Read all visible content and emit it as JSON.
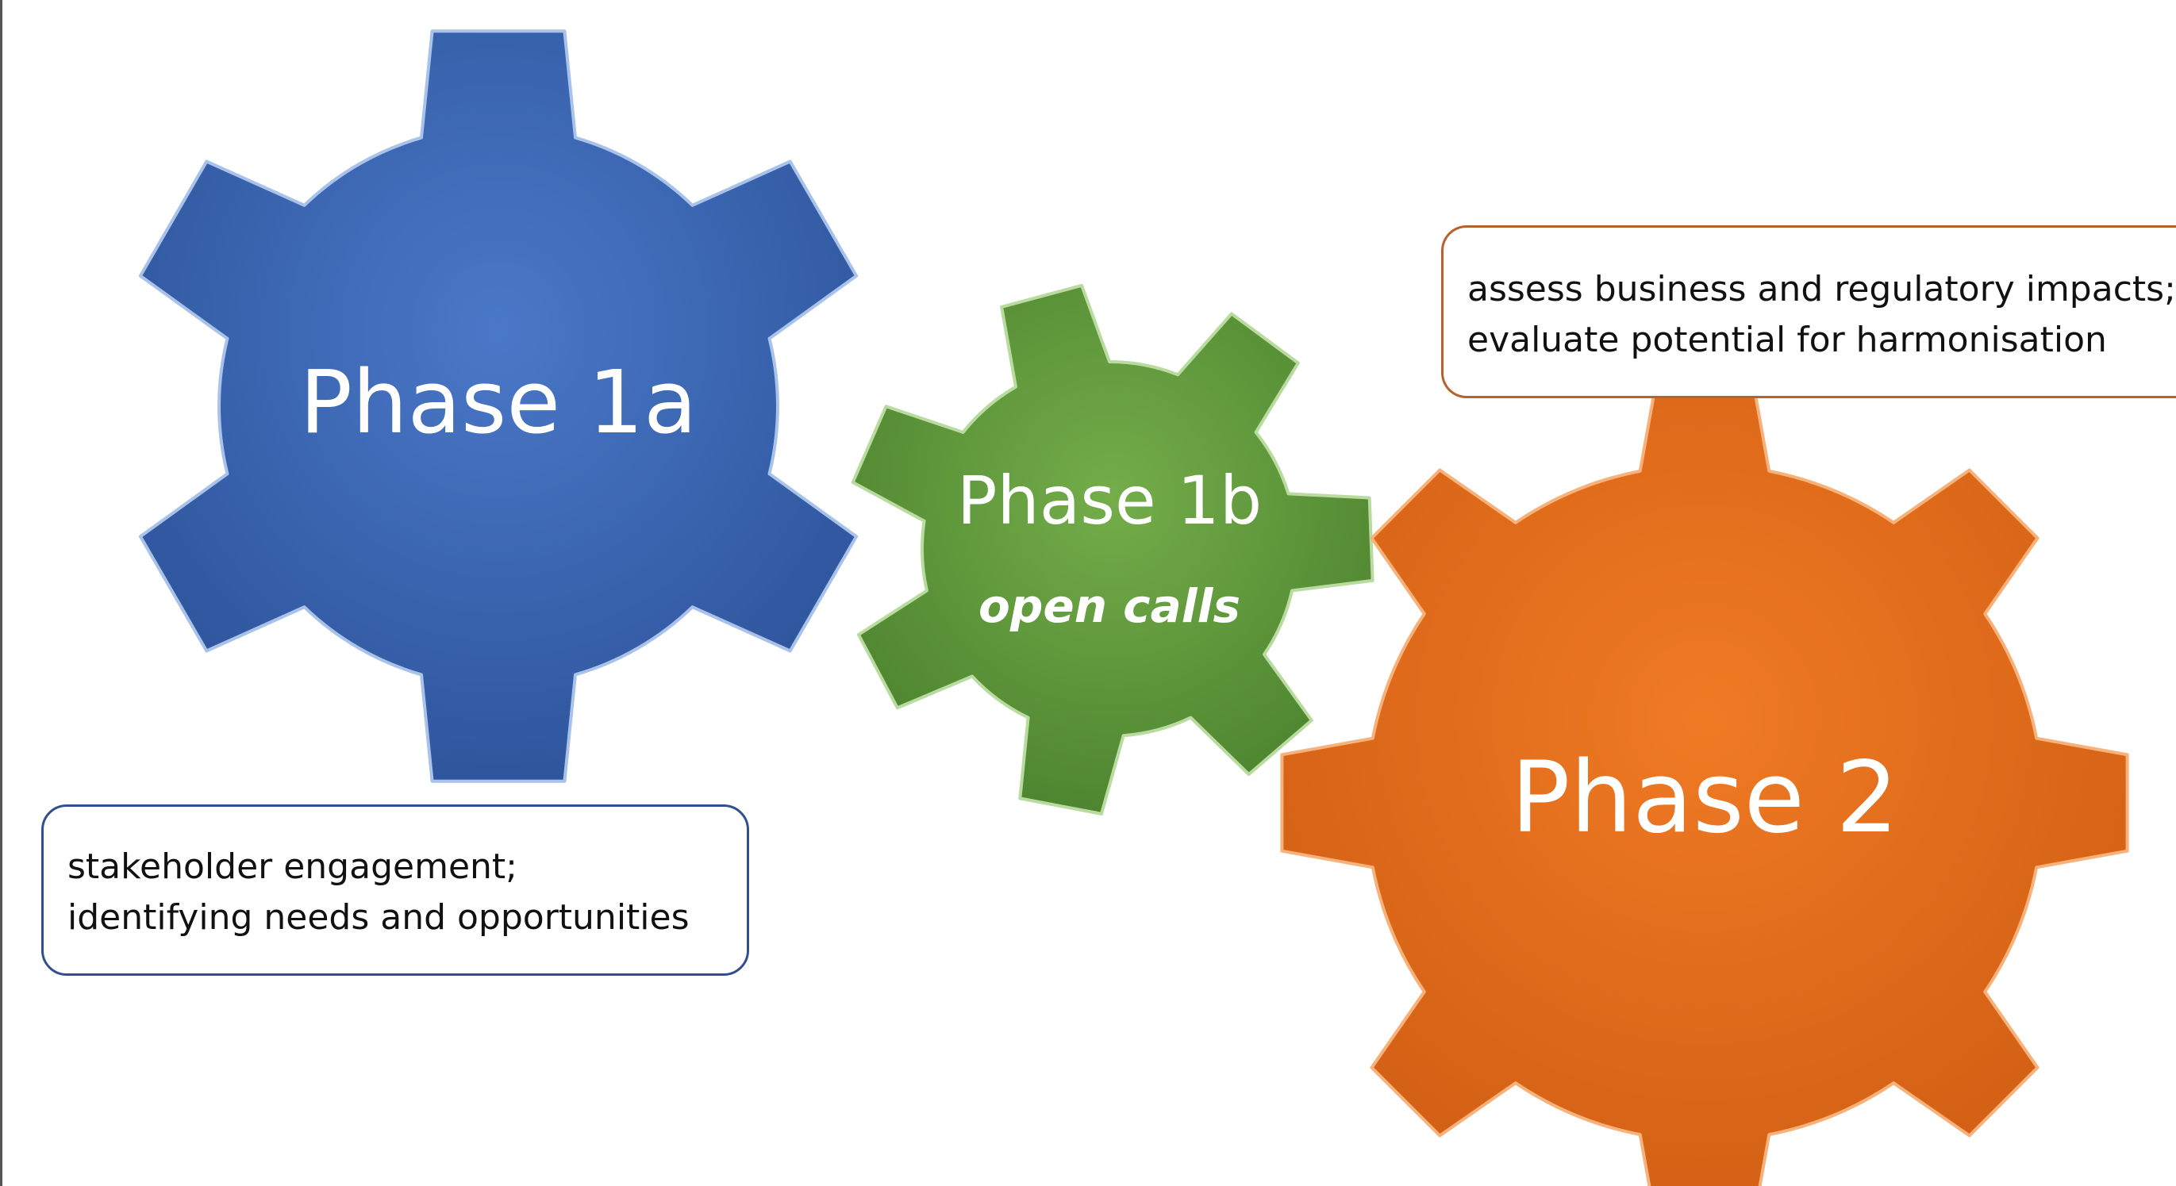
{
  "colors": {
    "phase_1a_gear": "#3a62b0",
    "phase_1b_gear": "#5f9a3c",
    "phase_2_gear": "#e06a1c",
    "phase_1a_callout_border": "#2f4f8f",
    "phase_2_callout_border": "#b5622b"
  },
  "gears": {
    "phase_1a": {
      "label": "Phase 1a",
      "icon": "gear-icon"
    },
    "phase_1b": {
      "label": "Phase 1b",
      "sublabel": "open calls",
      "icon": "gear-icon"
    },
    "phase_2": {
      "label": "Phase 2",
      "icon": "gear-icon"
    }
  },
  "callouts": {
    "phase_1a": {
      "lines": [
        "stakeholder engagement;",
        "identifying needs and opportunities"
      ]
    },
    "phase_2": {
      "lines": [
        "assess business and regulatory impacts;",
        "evaluate potential for harmonisation"
      ]
    }
  }
}
